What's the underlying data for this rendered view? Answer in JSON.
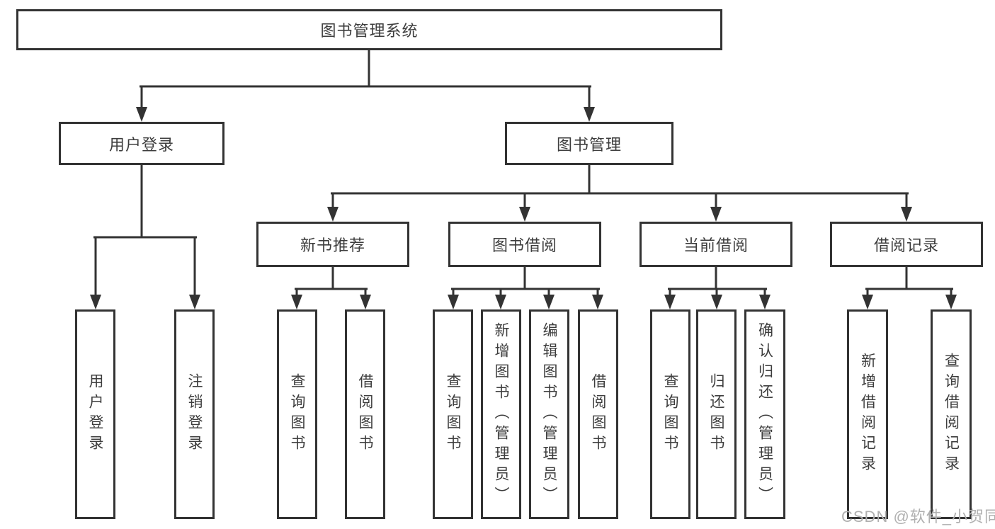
{
  "diagram_title": "图书管理系统",
  "watermark": "CSDN @软件_小贺同学",
  "colors": {
    "line": "#333333",
    "text": "#3d3d3d",
    "background": "#ffffff",
    "watermark": "#b0b0b0"
  },
  "tree": {
    "label": "图书管理系统",
    "children": [
      {
        "label": "用户登录",
        "children": [
          {
            "label": "用户登录"
          },
          {
            "label": "注销登录"
          }
        ]
      },
      {
        "label": "图书管理",
        "children": [
          {
            "label": "新书推荐",
            "children": [
              {
                "label": "查询图书"
              },
              {
                "label": "借阅图书"
              }
            ]
          },
          {
            "label": "图书借阅",
            "children": [
              {
                "label": "查询图书"
              },
              {
                "label": "新增图书（管理员）"
              },
              {
                "label": "编辑图书（管理员）"
              },
              {
                "label": "借阅图书"
              }
            ]
          },
          {
            "label": "当前借阅",
            "children": [
              {
                "label": "查询图书"
              },
              {
                "label": "归还图书"
              },
              {
                "label": "确认归还（管理员）"
              }
            ]
          },
          {
            "label": "借阅记录",
            "children": [
              {
                "label": "新增借阅记录"
              },
              {
                "label": "查询借阅记录"
              }
            ]
          }
        ]
      }
    ]
  }
}
